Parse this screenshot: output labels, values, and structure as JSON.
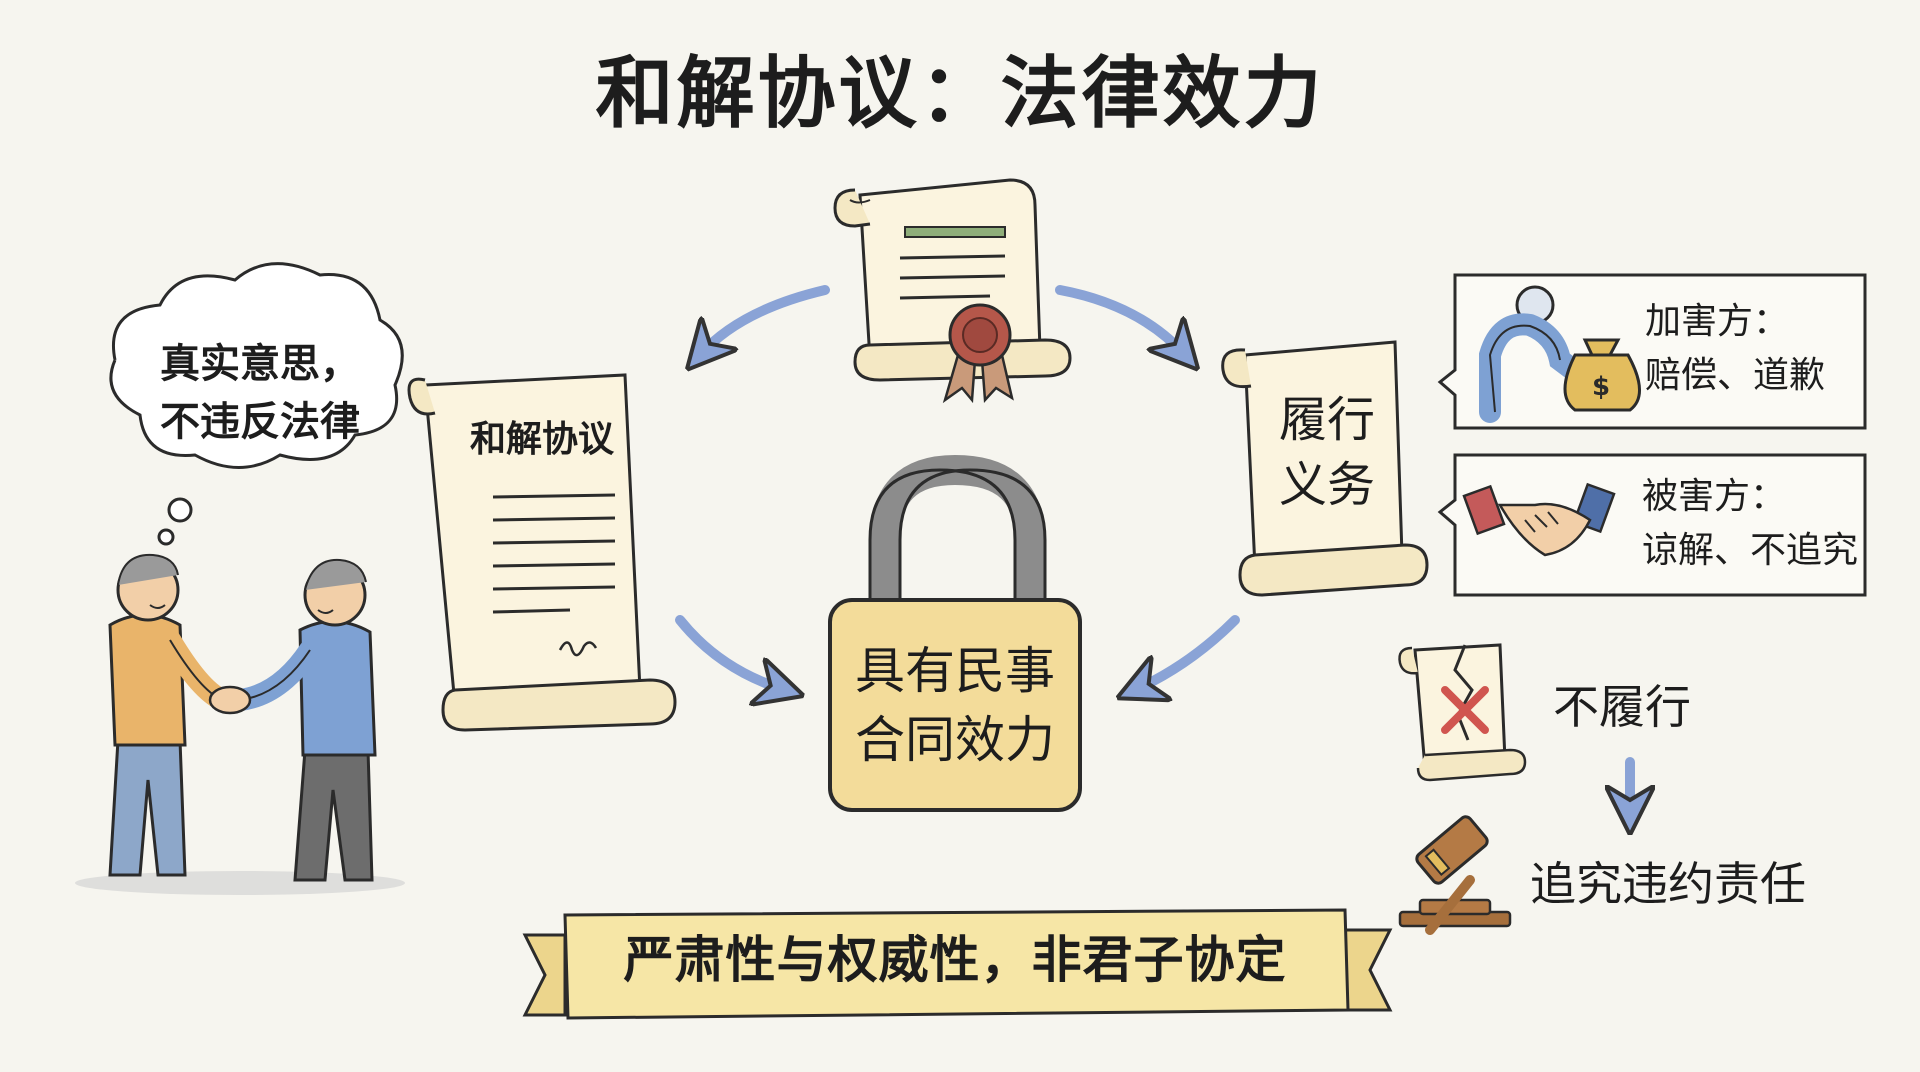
{
  "title": "和解协议：法律效力",
  "thought_bubble": {
    "text": "真实意思，\n不违反法律"
  },
  "left_scroll": {
    "label": "和解协议"
  },
  "right_scroll": {
    "label": "履行\n义务"
  },
  "center_lock": {
    "label": "具有民事\n合同效力"
  },
  "offender_box": {
    "label": "加害方：\n赔偿、道歉"
  },
  "victim_box": {
    "label": "被害方：\n谅解、不追究"
  },
  "nonperformance": {
    "label": "不履行"
  },
  "liability": {
    "label": "追究违约责任"
  },
  "banner": {
    "text": "严肃性与权威性，非君子协定"
  },
  "icons": [
    "certificate-scroll-icon",
    "wax-seal-icon",
    "padlock-icon",
    "money-bag-icon",
    "handshake-icon",
    "torn-document-icon",
    "gavel-icon",
    "people-handshake-icon",
    "thought-cloud-icon"
  ],
  "colors": {
    "arrow": "#8aa3d6",
    "paper": "#fbf4df",
    "lock_body": "#f3dc9a",
    "seal": "#b5574a",
    "ribbon": "#f6e6a6",
    "ink": "#1d1d1d"
  }
}
